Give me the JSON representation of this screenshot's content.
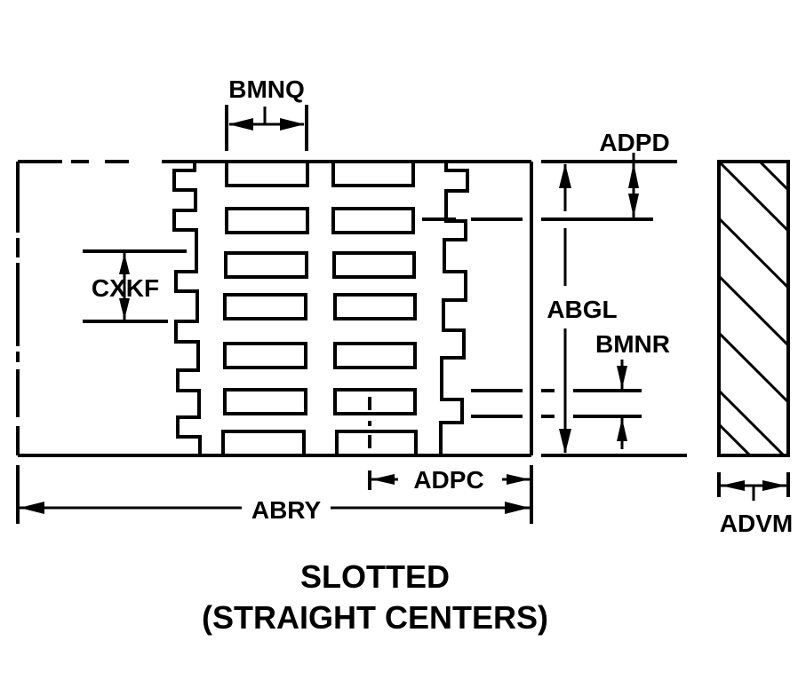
{
  "diagram": {
    "title_line1": "SLOTTED",
    "title_line2": "(STRAIGHT CENTERS)",
    "line_color": "#000000",
    "background": "#ffffff",
    "slot_rows": 7,
    "slot_columns": 2,
    "dimensions": {
      "slot_width": "BMNQ",
      "end_margin": "ADPD",
      "overall_height": "ABGL",
      "slot_height": "BMNR",
      "tooth_pitch": "CXKF",
      "center_offset": "ADPC",
      "overall_length": "ABRY",
      "thickness": "ADVM"
    }
  }
}
